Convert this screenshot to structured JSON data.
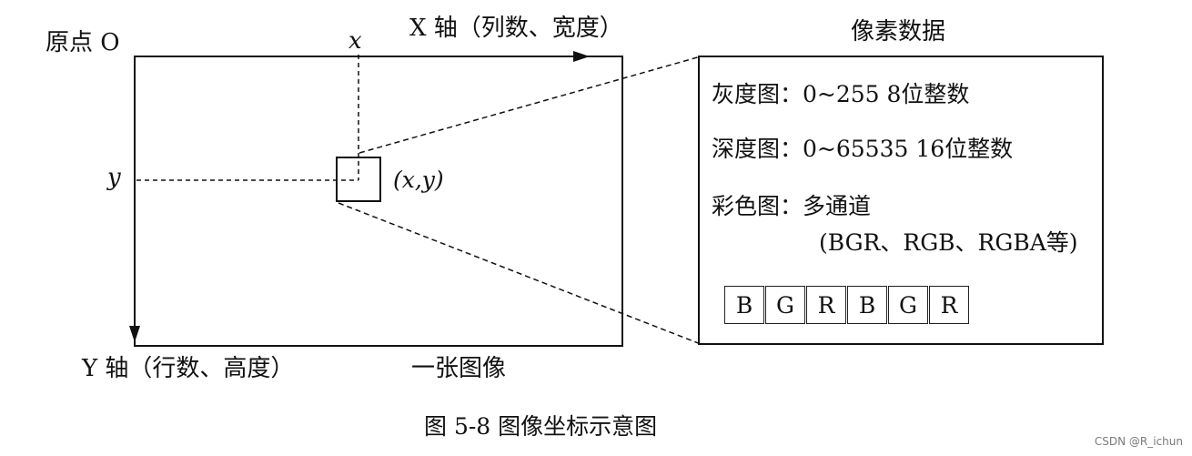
{
  "image_panel": {
    "origin_label": "原点 O",
    "x_axis_label": "X 轴（列数、宽度）",
    "y_axis_label": "Y 轴（行数、高度）",
    "x_marker": "x",
    "y_marker": "y",
    "pixel_coord": "(x,y)",
    "image_caption": "一张图像"
  },
  "pixel_panel": {
    "title": "像素数据",
    "lines": [
      "灰度图：0~255  8位整数",
      "深度图：0~65535  16位整数",
      "彩色图：多通道",
      "(BGR、RGB、RGBA等)"
    ],
    "channels": [
      "B",
      "G",
      "R",
      "B",
      "G",
      "R"
    ]
  },
  "figure_caption": "图 5-8    图像坐标示意图",
  "watermark": "CSDN @R_ichun"
}
